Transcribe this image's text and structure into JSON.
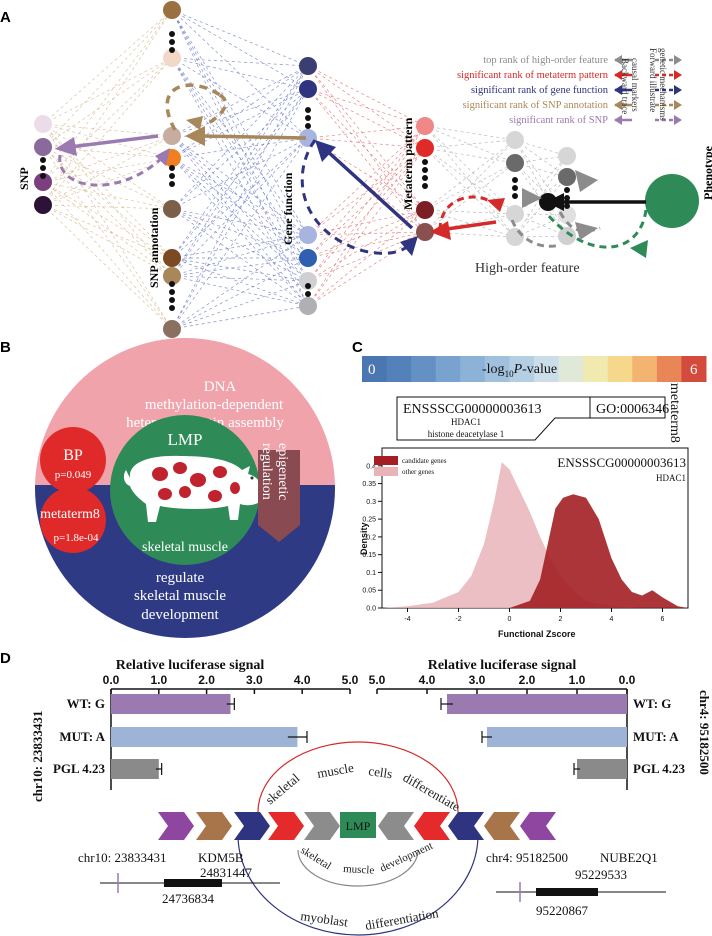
{
  "panel_labels": {
    "a": "A",
    "b": "B",
    "c": "C",
    "d": "D"
  },
  "panel_a": {
    "axis_labels": {
      "snp": "SNP",
      "snp_annotation": "SNP annotation",
      "gene_function": "Gene function",
      "metaterm_pattern": "Metaterm pattern",
      "high_order_feature": "High-order feature",
      "phenotype": "Phenotype"
    },
    "legend": [
      {
        "text": "top rank of high-order feature",
        "color": "#8c8c8c"
      },
      {
        "text": "significant rank of metaterm pattern",
        "color": "#d42a2a"
      },
      {
        "text": "significant rank of gene function",
        "color": "#2e3480"
      },
      {
        "text": "significant rank of SNP annotation",
        "color": "#a8885a"
      },
      {
        "text": "significant rank of SNP",
        "color": "#9a7ab0"
      }
    ],
    "legend_side": {
      "backward": [
        "Backward trace",
        "causal markers"
      ],
      "forward": [
        "Forward illustrate",
        "genetic mechanisms"
      ]
    },
    "colors": {
      "snp": "#9a7ab0",
      "annotation": "#a8885a",
      "gene": "#2e3480",
      "metaterm": "#d42a2a",
      "feature": "#8c8c8c",
      "phenotype": "#2e8b57"
    }
  },
  "panel_b": {
    "top_text": [
      "DNA",
      "methylation-dependent",
      "heterochromatin   assembly"
    ],
    "center_title": "LMP",
    "center_sub": "skeletal muscle",
    "bottom_text": [
      "regulate",
      "skeletal muscle",
      "development"
    ],
    "bp": {
      "label": "BP",
      "p": "p=0.049"
    },
    "metaterm": {
      "label": "metaterm8",
      "p": "p=1.8e-04"
    },
    "tag": [
      "epigenetic",
      "regulation"
    ]
  },
  "panel_c": {
    "colorbar": {
      "min_label": "0",
      "max_label": "6",
      "title_pre": "-log",
      "title_sub": "10",
      "title_italic": "P",
      "title_post": "-value"
    },
    "gene_box": [
      "ENSSSCG00000003613",
      "HDAC1",
      "histone deacetylase 1"
    ],
    "go_box": "GO:0006346",
    "metaterm_label": "metaterm8",
    "plot_title": [
      "ENSSSCG00000003613",
      "HDAC1"
    ],
    "legend": [
      "candidate genes",
      "other genes"
    ],
    "xlabel": "Functional Zscore",
    "ylabel": "Density"
  },
  "panel_d": {
    "left_title": "Relative luciferase signal",
    "right_title": "Relative luciferase signal",
    "left_ticks": [
      "0.0",
      "1.0",
      "2.0",
      "3.0",
      "4.0",
      "5.0"
    ],
    "right_ticks": [
      "5.0",
      "4.0",
      "3.0",
      "2.0",
      "1.0",
      "0.0"
    ],
    "left_locus": "chr10: 23833431",
    "right_locus": "chr4: 95182500",
    "bar_labels": [
      "WT: G",
      "MUT: A",
      "PGL 4.23"
    ],
    "center": "LMP",
    "arc_top": [
      "skeletal",
      "muscle",
      "cells",
      "differentiate"
    ],
    "arc_mid": [
      "skeletal",
      "muscle",
      "development"
    ],
    "arc_bot": [
      "myoblast",
      "differentiation"
    ],
    "gene_left": {
      "pos": "chr10: 23833431",
      "name": "KDM5B",
      "end": "24831447",
      "start": "24736834"
    },
    "gene_right": {
      "pos": "chr4: 95182500",
      "name": "NUBE2Q1",
      "end": "95229533",
      "start": "95220867"
    }
  },
  "chart_data": [
    {
      "type": "bar",
      "title": "Relative luciferase signal",
      "ylabel": "chr10: 23833431",
      "categories": [
        "WT: G",
        "MUT: A",
        "PGL 4.23"
      ],
      "values": [
        2.5,
        3.9,
        1.0
      ],
      "errors": [
        0.08,
        0.2,
        0.06
      ],
      "xlim": [
        0,
        5
      ],
      "colors": [
        "#9a7ab0",
        "#9db4d6",
        "#8a8a8a"
      ]
    },
    {
      "type": "bar",
      "title": "Relative luciferase signal",
      "ylabel": "chr4: 95182500",
      "categories": [
        "WT: G",
        "MUT: A",
        "PGL 4.23"
      ],
      "values": [
        3.6,
        2.8,
        1.0
      ],
      "errors": [
        0.12,
        0.1,
        0.06
      ],
      "xlim": [
        5,
        0
      ],
      "colors": [
        "#9a7ab0",
        "#9db4d6",
        "#8a8a8a"
      ]
    },
    {
      "type": "area",
      "title": "ENSSSCG00000003613",
      "xlabel": "Functional Zscore",
      "ylabel": "Density",
      "xlim": [
        -5,
        7
      ],
      "ylim": [
        0,
        0.45
      ],
      "x_ticks": [
        -4,
        -2,
        0,
        2,
        4,
        6
      ],
      "y_ticks": [
        0.0,
        0.05,
        0.1,
        0.15,
        0.2,
        0.25,
        0.3,
        0.35,
        0.4
      ],
      "series": [
        {
          "name": "other genes",
          "color": "#e8b4b8",
          "x": [
            -5,
            -4,
            -3,
            -2,
            -1.5,
            -1,
            -0.6,
            -0.3,
            0,
            0.4,
            0.8,
            1.2,
            1.6,
            2,
            2.5,
            3,
            4,
            5
          ],
          "y": [
            0,
            0.005,
            0.015,
            0.045,
            0.09,
            0.18,
            0.3,
            0.41,
            0.39,
            0.33,
            0.27,
            0.2,
            0.14,
            0.09,
            0.05,
            0.02,
            0.005,
            0
          ]
        },
        {
          "name": "candidate genes",
          "color": "#a31f23",
          "x": [
            0,
            0.8,
            1.2,
            1.5,
            1.8,
            2.1,
            2.5,
            3,
            3.5,
            4,
            4.4,
            4.8,
            5.2,
            5.6,
            6,
            6.6,
            7
          ],
          "y": [
            0,
            0.02,
            0.08,
            0.18,
            0.28,
            0.31,
            0.32,
            0.31,
            0.25,
            0.14,
            0.08,
            0.045,
            0.035,
            0.05,
            0.03,
            0.005,
            0
          ]
        }
      ]
    }
  ]
}
